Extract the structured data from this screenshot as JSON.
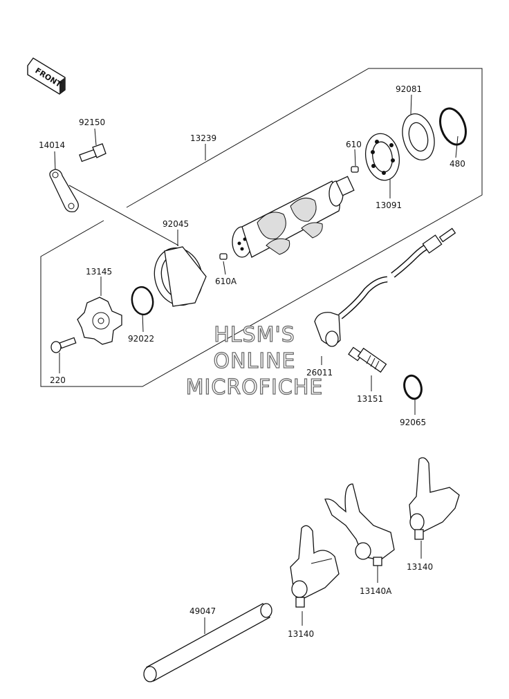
{
  "badge": {
    "front_label": "FRONT"
  },
  "watermark": {
    "line1": "HLSM'S",
    "line2": "ONLINE",
    "line3": "MICROFICHE"
  },
  "labels": {
    "p14014": "14014",
    "p92150": "92150",
    "p13239": "13239",
    "p92081": "92081",
    "p610": "610",
    "p480": "480",
    "p13091": "13091",
    "p92045": "92045",
    "p610A": "610A",
    "p13145": "13145",
    "p92022": "92022",
    "p220": "220",
    "p26011": "26011",
    "p13151": "13151",
    "p92065": "92065",
    "p49047": "49047",
    "p13140a": "13140",
    "p13140A": "13140A",
    "p13140b": "13140"
  }
}
